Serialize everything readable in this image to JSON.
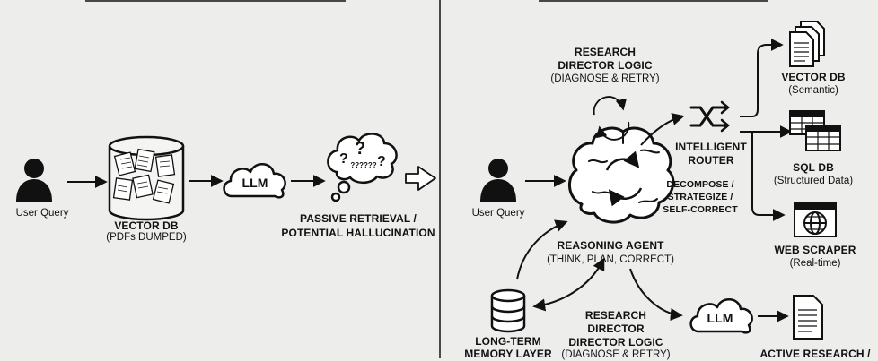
{
  "left": {
    "user_query": "User Query",
    "vector_db_title": "VECTOR DB",
    "vector_db_sub": "(PDFs DUMPED)",
    "llm": "LLM",
    "passive_line1": "PASSIVE RETRIEVAL /",
    "passive_line2": "POTENTIAL HALLUCINATION",
    "confusion_marks": "??????"
  },
  "right": {
    "user_query": "User Query",
    "director_top_line1": "RESEARCH",
    "director_top_line2": "DIRECTOR LOGIC",
    "director_top_line3": "(DIAGNOSE & RETRY)",
    "router_line1": "INTELLIGENT",
    "router_line2": "ROUTER",
    "decompose_line1": "DECOMPOSE /",
    "decompose_line2": "STRATEGIZE /",
    "decompose_line3": "SELF-CORRECT",
    "agent_title": "REASONING AGENT",
    "agent_sub": "(THINK, PLAN, CORRECT)",
    "vector_db_title": "VECTOR DB",
    "vector_db_sub": "(Semantic)",
    "sql_db_title": "SQL DB",
    "sql_db_sub": "(Structured Data)",
    "web_title": "WEB SCRAPER",
    "web_sub": "(Real-time)",
    "memory_line1": "LONG-TERM",
    "memory_line2": "MEMORY LAYER",
    "director_bottom_line1": "RESEARCH",
    "director_bottom_line2": "DIRECTOR",
    "director_bottom_line3": "DIRECTOR LOGIC",
    "director_bottom_line4": "(DIAGNOSE & RETRY)",
    "llm": "LLM",
    "active_line1": "ACTIVE RESEARCH /"
  }
}
